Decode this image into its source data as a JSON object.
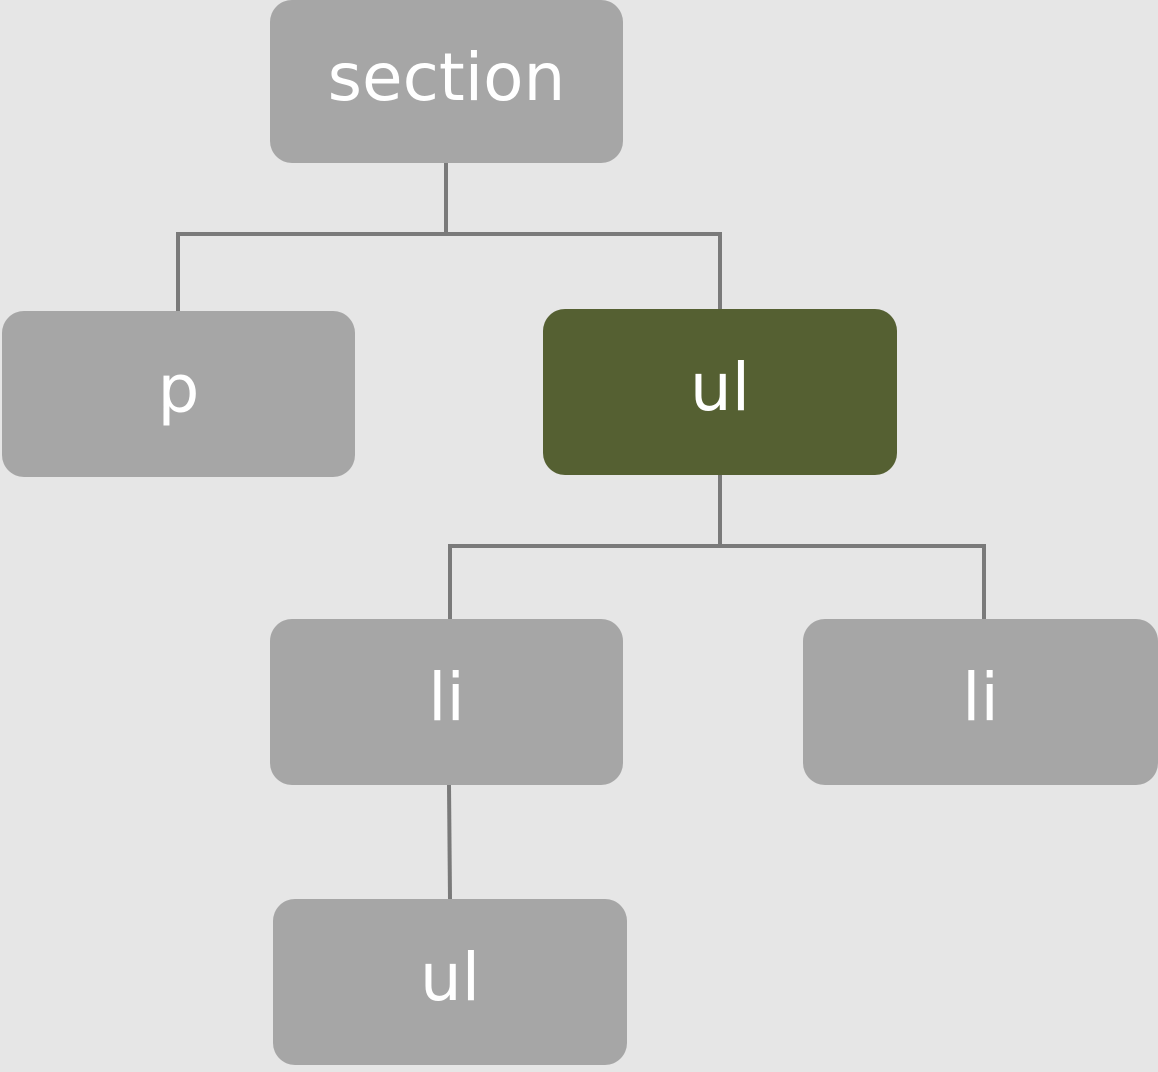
{
  "colors": {
    "background": "#e6e6e6",
    "node_default": "#a6a6a6",
    "node_highlight": "#556032",
    "connector": "#7a7a7a",
    "text": "#ffffff"
  },
  "nodes": {
    "section": {
      "label": "section",
      "highlighted": false
    },
    "p": {
      "label": "p",
      "highlighted": false
    },
    "ul_1": {
      "label": "ul",
      "highlighted": true
    },
    "li_1": {
      "label": "li",
      "highlighted": false
    },
    "li_2": {
      "label": "li",
      "highlighted": false
    },
    "ul_2": {
      "label": "ul",
      "highlighted": false
    }
  },
  "edges": [
    {
      "from": "section",
      "to": "p"
    },
    {
      "from": "section",
      "to": "ul_1"
    },
    {
      "from": "ul_1",
      "to": "li_1"
    },
    {
      "from": "ul_1",
      "to": "li_2"
    },
    {
      "from": "li_1",
      "to": "ul_2"
    }
  ]
}
